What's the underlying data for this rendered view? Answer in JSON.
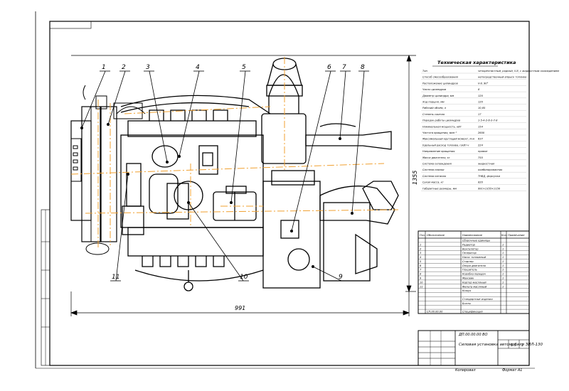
{
  "drawing": {
    "callouts": [
      "1",
      "2",
      "3",
      "4",
      "5",
      "6",
      "7",
      "8",
      "9",
      "10",
      "11"
    ],
    "dimensions": {
      "width": "991",
      "height": "1355"
    }
  },
  "spec_block": {
    "title": "Техническая характеристика",
    "rows": [
      {
        "label": "Тип",
        "value": "четырёхтактный, рядный, V-8, с жидкостным охлаждением"
      },
      {
        "label": "Способ смесеобразования",
        "value": "непосредственный впрыск топлива"
      },
      {
        "label": "Расположение цилиндров",
        "value": "V-8, 90°"
      },
      {
        "label": "Число цилиндров",
        "value": "8"
      },
      {
        "label": "Диаметр цилиндра, мм",
        "value": "120"
      },
      {
        "label": "Ход поршня, мм",
        "value": "120"
      },
      {
        "label": "Рабочий объём, л",
        "value": "10,85"
      },
      {
        "label": "Степень сжатия",
        "value": "17"
      },
      {
        "label": "Порядок работы цилиндров",
        "value": "1-5-4-2-6-3-7-8"
      },
      {
        "label": "Номинальная мощность, кВт",
        "value": "154"
      },
      {
        "label": "Частота вращения, мин⁻¹",
        "value": "2600"
      },
      {
        "label": "Максимальный крутящий момент, Н·м",
        "value": "637"
      },
      {
        "label": "Удельный расход топлива, г/кВт·ч",
        "value": "224"
      },
      {
        "label": "Направление вращения",
        "value": "правое"
      },
      {
        "label": "Масса двигателя, кг",
        "value": "750"
      },
      {
        "label": "Система охлаждения",
        "value": "жидкостная"
      },
      {
        "label": "Система смазки",
        "value": "комбинированная"
      },
      {
        "label": "Система питания",
        "value": "ТНВД, форсунки"
      },
      {
        "label": "Сухая масса, кг",
        "value": "820"
      },
      {
        "label": "Габаритные размеры, мм",
        "value": "991×1355×1150"
      }
    ]
  },
  "parts_table": {
    "headers": [
      "Поз.",
      "Обозначение",
      "Наименование",
      "Кол.",
      "Примечание"
    ],
    "rows": [
      {
        "pos": "",
        "designation": "",
        "name": "Сборочные единицы",
        "qty": ""
      },
      {
        "pos": "1",
        "designation": "",
        "name": "Радиатор",
        "qty": "1"
      },
      {
        "pos": "2",
        "designation": "",
        "name": "Вентилятор",
        "qty": "1"
      },
      {
        "pos": "3",
        "designation": "",
        "name": "Генератор",
        "qty": "1"
      },
      {
        "pos": "4",
        "designation": "",
        "name": "Насос топливный",
        "qty": "1"
      },
      {
        "pos": "5",
        "designation": "",
        "name": "Стартер",
        "qty": "1"
      },
      {
        "pos": "6",
        "designation": "",
        "name": "Опора двигателя",
        "qty": "1"
      },
      {
        "pos": "7",
        "designation": "",
        "name": "Глушитель",
        "qty": "1"
      },
      {
        "pos": "8",
        "designation": "",
        "name": "Коробка передач",
        "qty": "1"
      },
      {
        "pos": "9",
        "designation": "",
        "name": "Маховик",
        "qty": "1"
      },
      {
        "pos": "10",
        "designation": "",
        "name": "Картер масляный",
        "qty": "1"
      },
      {
        "pos": "11",
        "designation": "",
        "name": "Фильтр масляный",
        "qty": "1"
      },
      {
        "pos": "",
        "designation": "",
        "name": "Кожух",
        "qty": ""
      },
      {
        "pos": "",
        "designation": "",
        "name": "",
        "qty": ""
      },
      {
        "pos": "",
        "designation": "",
        "name": "Стандартные изделия",
        "qty": ""
      },
      {
        "pos": "",
        "designation": "",
        "name": "Болты",
        "qty": ""
      },
      {
        "pos": "",
        "designation": "",
        "name": "",
        "qty": ""
      },
      {
        "pos": "",
        "designation": "СП.00.00.00",
        "name": "Спецификация",
        "qty": ""
      }
    ]
  },
  "title_block": {
    "name": "Силовая установка автомобиля ЗИЛ-130",
    "code": "ДП.00.00.00 ВО",
    "scale": "1:5",
    "sheet": "1",
    "doc_type": "Копировал",
    "format": "Формат А1"
  }
}
